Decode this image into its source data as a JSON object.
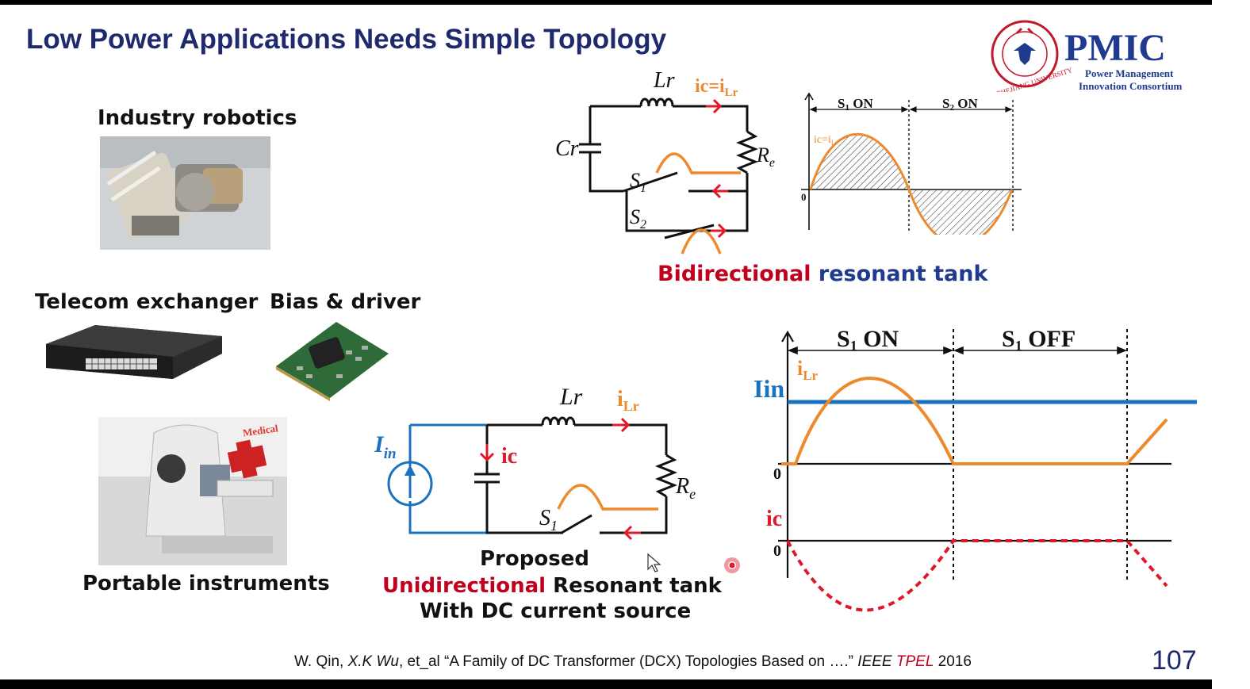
{
  "slide": {
    "title": "Low Power Applications Needs Simple Topology",
    "page_number": "107"
  },
  "logo": {
    "seal_text": "ZHEJIANG UNIVERSITY",
    "brand": "PMIC",
    "line1": "Power Management",
    "line2": "Innovation Consortium"
  },
  "applications": {
    "robotics": "Industry robotics",
    "telecom": "Telecom exchanger",
    "bias": "Bias & driver",
    "portable": "Portable instruments",
    "medical_badge": "Medical"
  },
  "bidirectional": {
    "Lr": "Lr",
    "ic": "ic=i",
    "ic_sub": "Lr",
    "Cr": "Cr",
    "Re": "R",
    "Re_sub": "e",
    "S1": "S",
    "S1_sub": "1",
    "S2": "S",
    "S2_sub": "2",
    "caption_red": "Bidirectional",
    "caption_blue": "resonant tank",
    "wave_s1": "S",
    "wave_s1_sub": "1",
    "wave_s1_on": " ON",
    "wave_s2": "S",
    "wave_s2_sub": "2",
    "wave_s2_on": " ON",
    "wave_label": "ic=i",
    "wave_label_sub": "Lr",
    "zero": "0"
  },
  "unidirectional": {
    "Iin": "I",
    "Iin_sub": "in",
    "ic": "ic",
    "Lr": "Lr",
    "iLr": "i",
    "iLr_sub": "Lr",
    "Re": "R",
    "Re_sub": "e",
    "S1": "S",
    "S1_sub": "1",
    "caption_line1": "Proposed",
    "caption_red": "Unidirectional",
    "caption_rest": " Resonant tank",
    "caption_line3": "With DC current source"
  },
  "waveform2": {
    "s1": "S",
    "s1_sub": "1",
    "on": " ON",
    "off": " OFF",
    "iin": "Iin",
    "iLr": "i",
    "iLr_sub": "Lr",
    "ic": "ic",
    "zero": "0"
  },
  "citation": {
    "p1": "W. Qin, ",
    "p2": "X.K Wu",
    "p3": ", et_al “A Family of DC Transformer (DCX) Topologies Based on ….” ",
    "p4": "IEEE ",
    "p5": "TPEL",
    "p6": " 2016"
  },
  "colors": {
    "title": "#1f2a6e",
    "orange": "#ed8a2e",
    "red": "#e0182a",
    "blue": "#1a72bf",
    "dark_red": "#c0001c",
    "navy": "#1f3a8f"
  }
}
